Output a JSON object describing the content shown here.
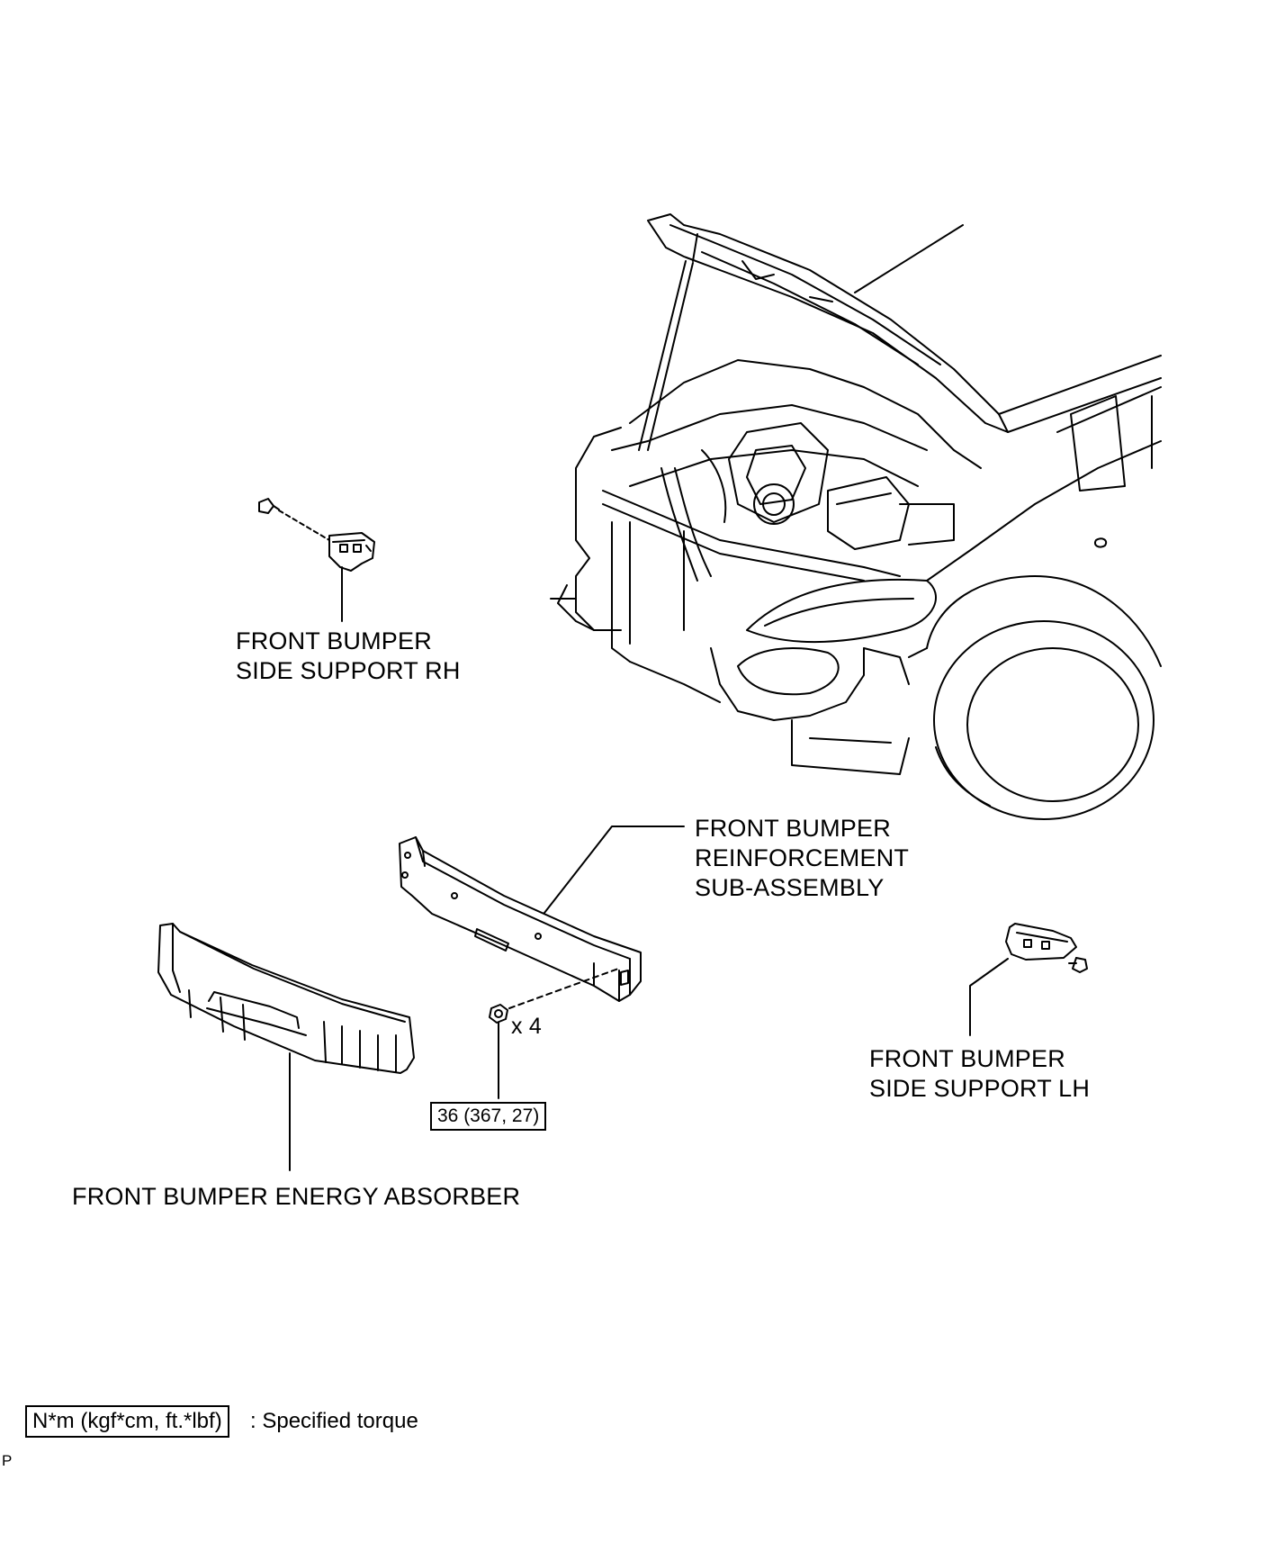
{
  "labels": {
    "side_support_rh": [
      "FRONT BUMPER",
      "SIDE SUPPORT RH"
    ],
    "reinforcement": [
      "FRONT BUMPER",
      "REINFORCEMENT",
      "SUB-ASSEMBLY"
    ],
    "side_support_lh": [
      "FRONT BUMPER",
      "SIDE SUPPORT LH"
    ],
    "energy_absorber": "FRONT BUMPER ENERGY ABSORBER",
    "nut_quantity": "x 4",
    "torque_value": "36 (367, 27)"
  },
  "legend": {
    "unit": "N*m (kgf*cm, ft.*lbf)",
    "description": ": Specified torque"
  },
  "page_id": "P"
}
